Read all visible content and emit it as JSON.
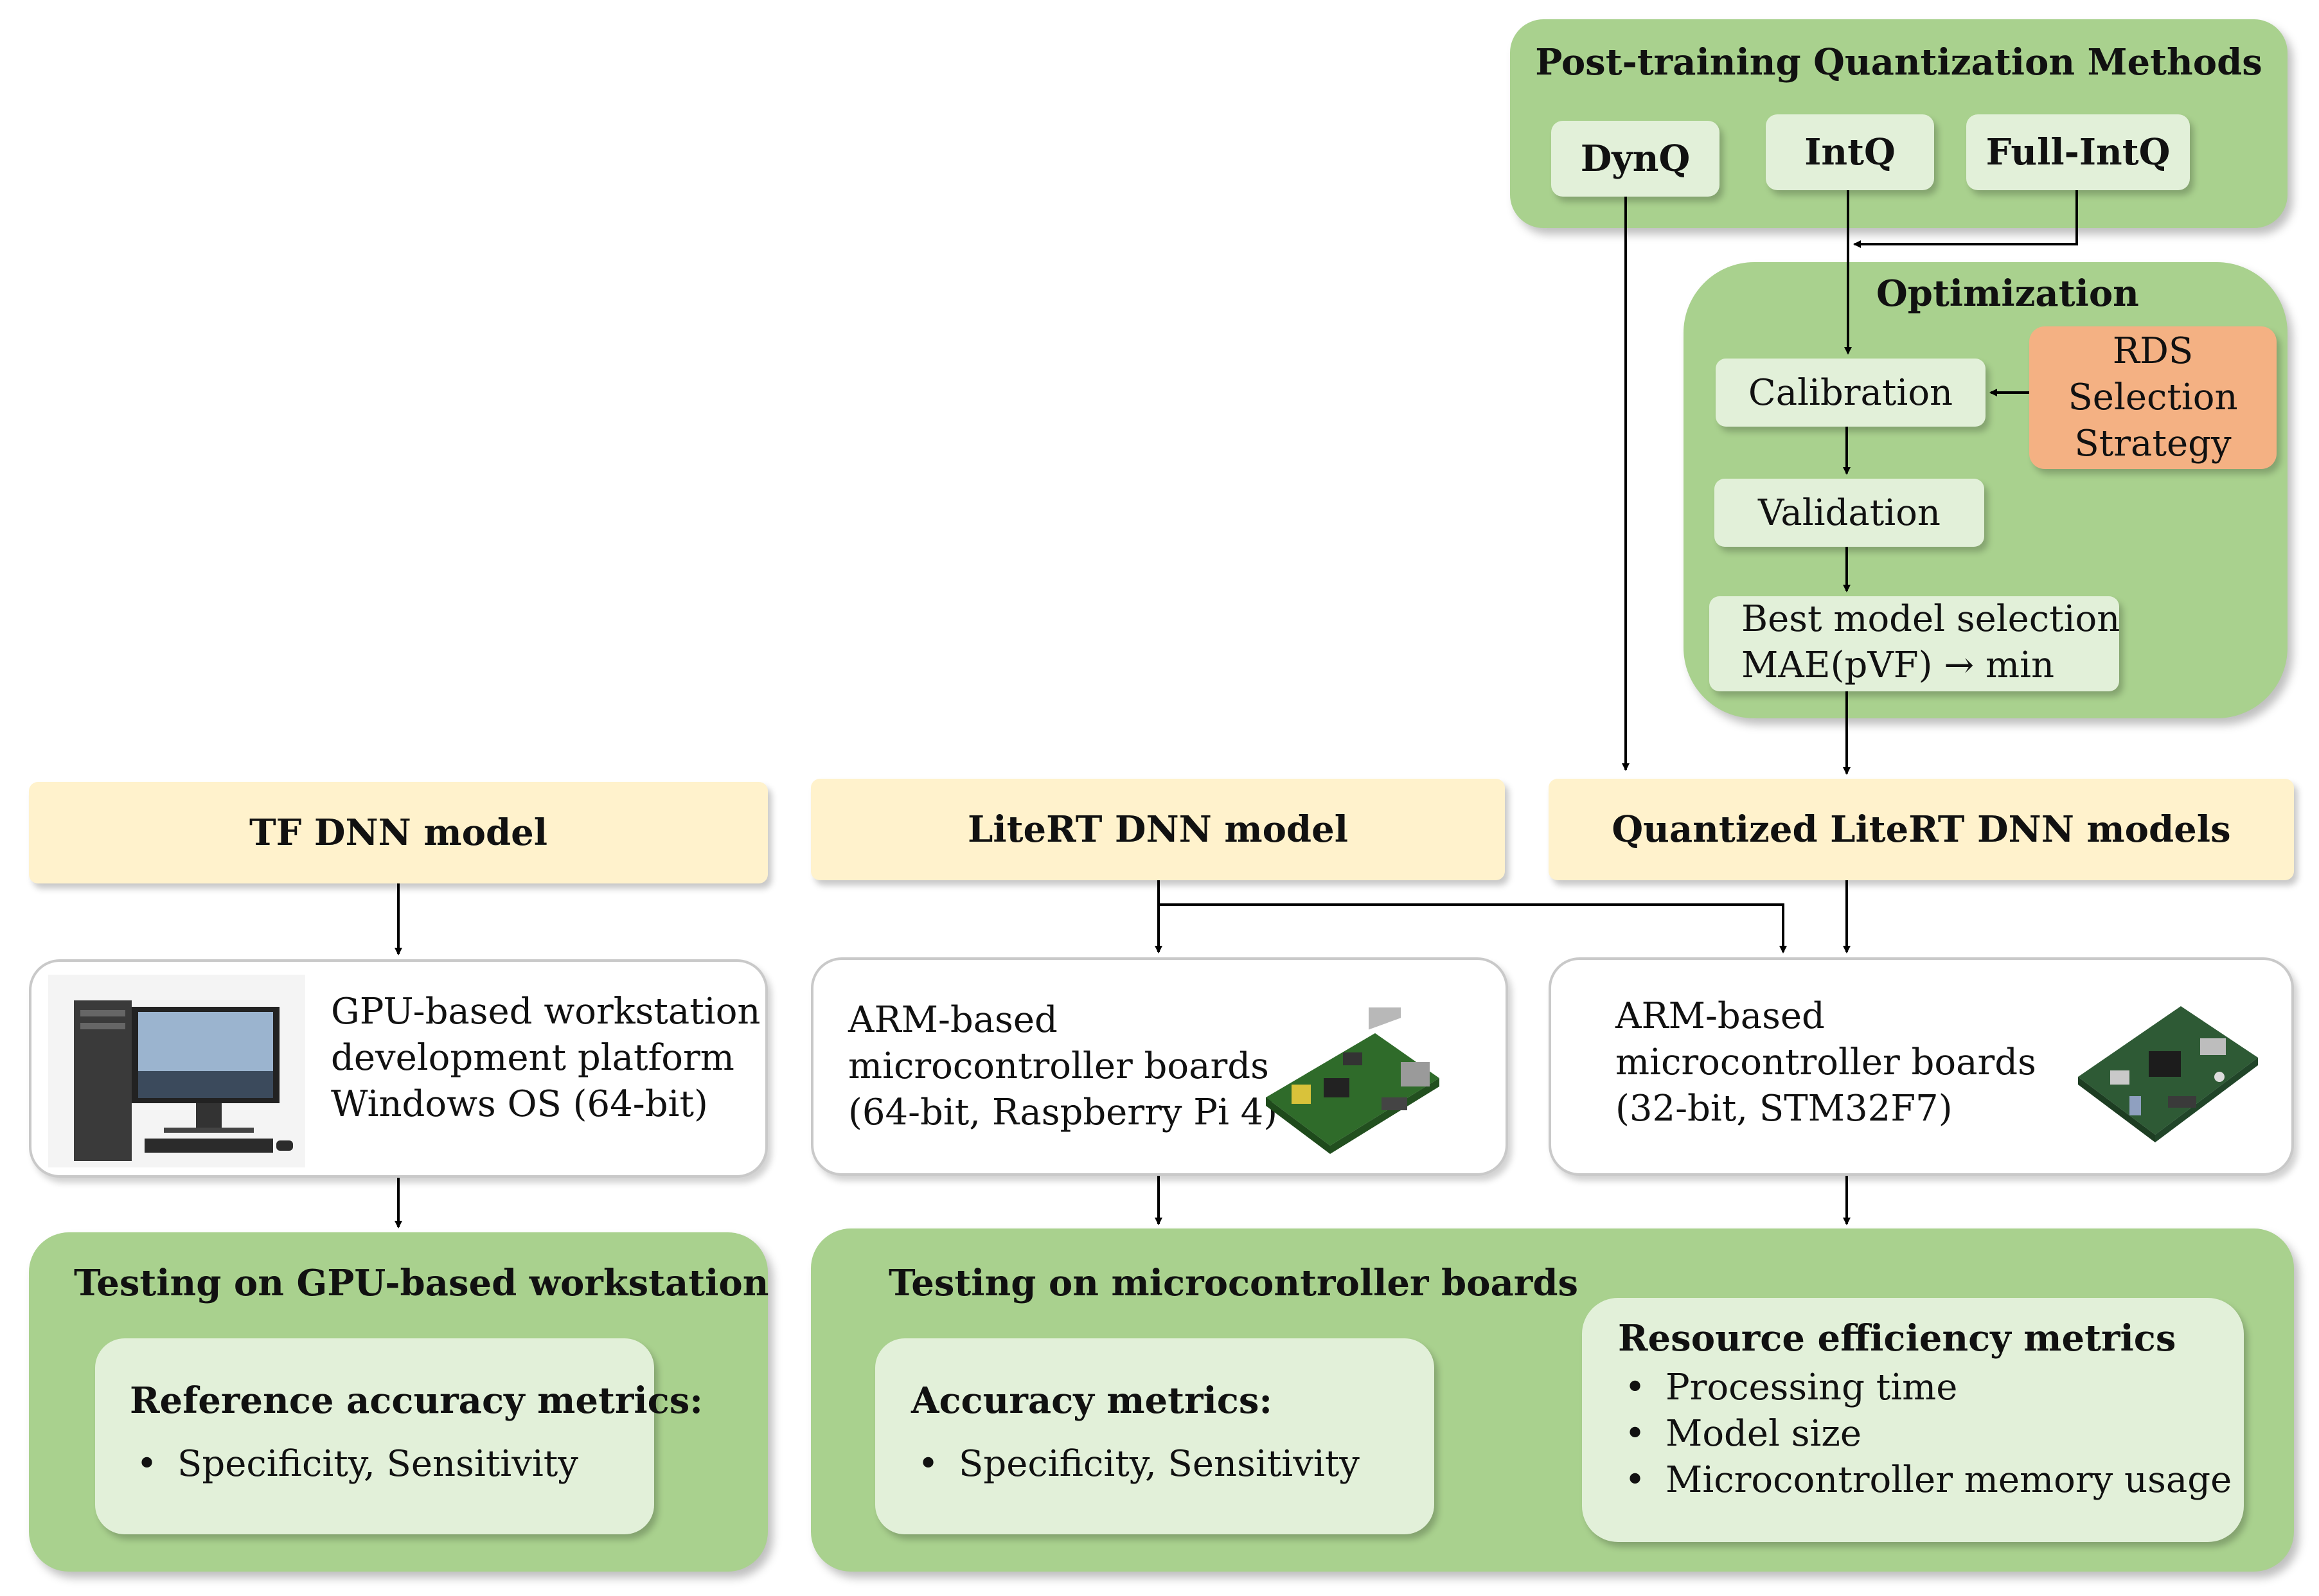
{
  "ptq": {
    "title": "Post-training Quantization Methods",
    "methods": [
      "DynQ",
      "IntQ",
      "Full-IntQ"
    ]
  },
  "optimization": {
    "title": "Optimization",
    "steps": [
      "Calibration",
      "Validation"
    ],
    "best_selection": [
      "Best model selection",
      "MAE(pVF) → min"
    ],
    "rds": [
      "RDS",
      "Selection",
      "Strategy"
    ]
  },
  "models": [
    "TF DNN model",
    "LiteRT DNN model",
    "Quantized LiteRT DNN models"
  ],
  "platforms": [
    {
      "lines": [
        "GPU-based workstation",
        "development platform",
        "Windows OS (64-bit)"
      ],
      "image": "workstation-computer"
    },
    {
      "lines": [
        "ARM-based",
        "microcontroller boards",
        "(64-bit, Raspberry Pi 4)"
      ],
      "image": "raspberry-pi-board"
    },
    {
      "lines": [
        "ARM-based",
        "microcontroller boards",
        "(32-bit, STM32F7)"
      ],
      "image": "stm32-board"
    }
  ],
  "testing": {
    "gpu": {
      "title": "Testing on GPU-based workstation",
      "metrics_title": "Reference accuracy metrics:",
      "metrics": [
        "Specificity, Sensitivity"
      ]
    },
    "mcu": {
      "title": "Testing on microcontroller boards",
      "accuracy_title": "Accuracy metrics:",
      "accuracy": [
        "Specificity, Sensitivity"
      ],
      "resource_title": "Resource efficiency metrics",
      "resource": [
        "Processing time",
        "Model size",
        "Microcontroller memory usage"
      ]
    }
  },
  "colors": {
    "green": "#a9d18e",
    "light_green": "#e2f0d9",
    "cream": "#fff2cc",
    "orange": "#f4b183"
  }
}
